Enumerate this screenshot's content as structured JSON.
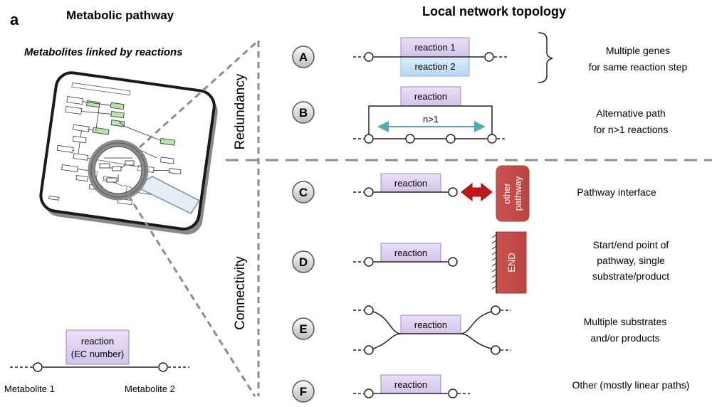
{
  "panel_letter": "a",
  "left": {
    "title": "Metabolic pathway",
    "subtitle": "Metabolites linked by reactions",
    "legend": {
      "reaction_line1": "reaction",
      "reaction_line2": "(EC number)",
      "metabolite1": "Metabolite 1",
      "metabolite2": "Metabolite 2"
    }
  },
  "right": {
    "title": "Local network topology",
    "groups": {
      "redundancy": "Redundancy",
      "connectivity": "Connectivity"
    },
    "rows": {
      "A": {
        "badge": "A",
        "reaction1": "reaction 1",
        "reaction2": "reaction 2",
        "desc1": "Multiple genes",
        "desc2": "for same reaction step"
      },
      "B": {
        "badge": "B",
        "reaction": "reaction",
        "path_label": "n>1",
        "desc1": "Alternative path",
        "desc2": "for n>1 reactions"
      },
      "C": {
        "badge": "C",
        "reaction": "reaction",
        "box_line1": "other",
        "box_line2": "pathway",
        "desc1": "Pathway interface"
      },
      "D": {
        "badge": "D",
        "reaction": "reaction",
        "box": "END",
        "desc1": "Start/end point of",
        "desc2": "pathway, single",
        "desc3": "substrate/product"
      },
      "E": {
        "badge": "E",
        "reaction": "reaction",
        "desc1": "Multiple substrates",
        "desc2": "and/or products"
      },
      "F": {
        "badge": "F",
        "reaction": "reaction",
        "desc1": "Other (mostly linear paths)"
      }
    }
  },
  "colors": {
    "reaction_fill": "#ddd0ef",
    "reaction_stroke": "#9b87bd",
    "reaction2_fill": "#c7e1f7",
    "reaction2_stroke": "#8fb4d6",
    "teal_arrow": "#5aa8b6",
    "red_arrow": "#c01818",
    "box_red": "#c0504d",
    "dashed_gray": "#8c8c8c",
    "map_green": "#b9e3a9"
  }
}
